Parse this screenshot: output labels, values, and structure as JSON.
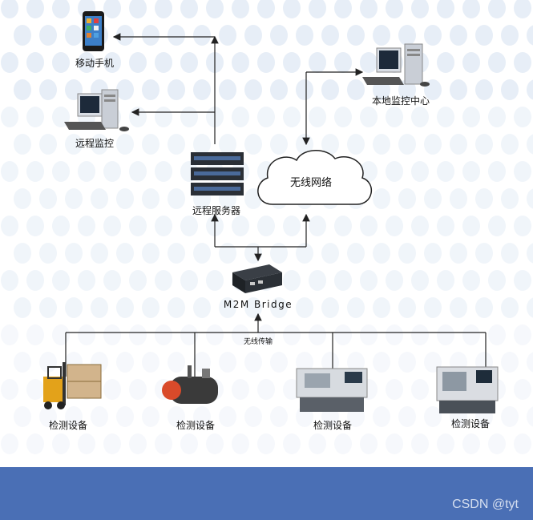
{
  "diagram": {
    "nodes": {
      "mobile_phone": "移动手机",
      "remote_monitor": "远程监控",
      "local_monitor_center": "本地监控中心",
      "remote_server": "远程服务器",
      "wireless_network": "无线网络",
      "bridge": "M2M Bridge",
      "wireless_transfer": "无线传输",
      "device_1": "检测设备",
      "device_2": "检测设备",
      "device_3": "检测设备",
      "device_4": "检测设备"
    }
  },
  "watermark": "CSDN @tyt",
  "colors": {
    "footer": "#4a6fb5",
    "dots": "#e4ecf6",
    "line": "#222222"
  }
}
